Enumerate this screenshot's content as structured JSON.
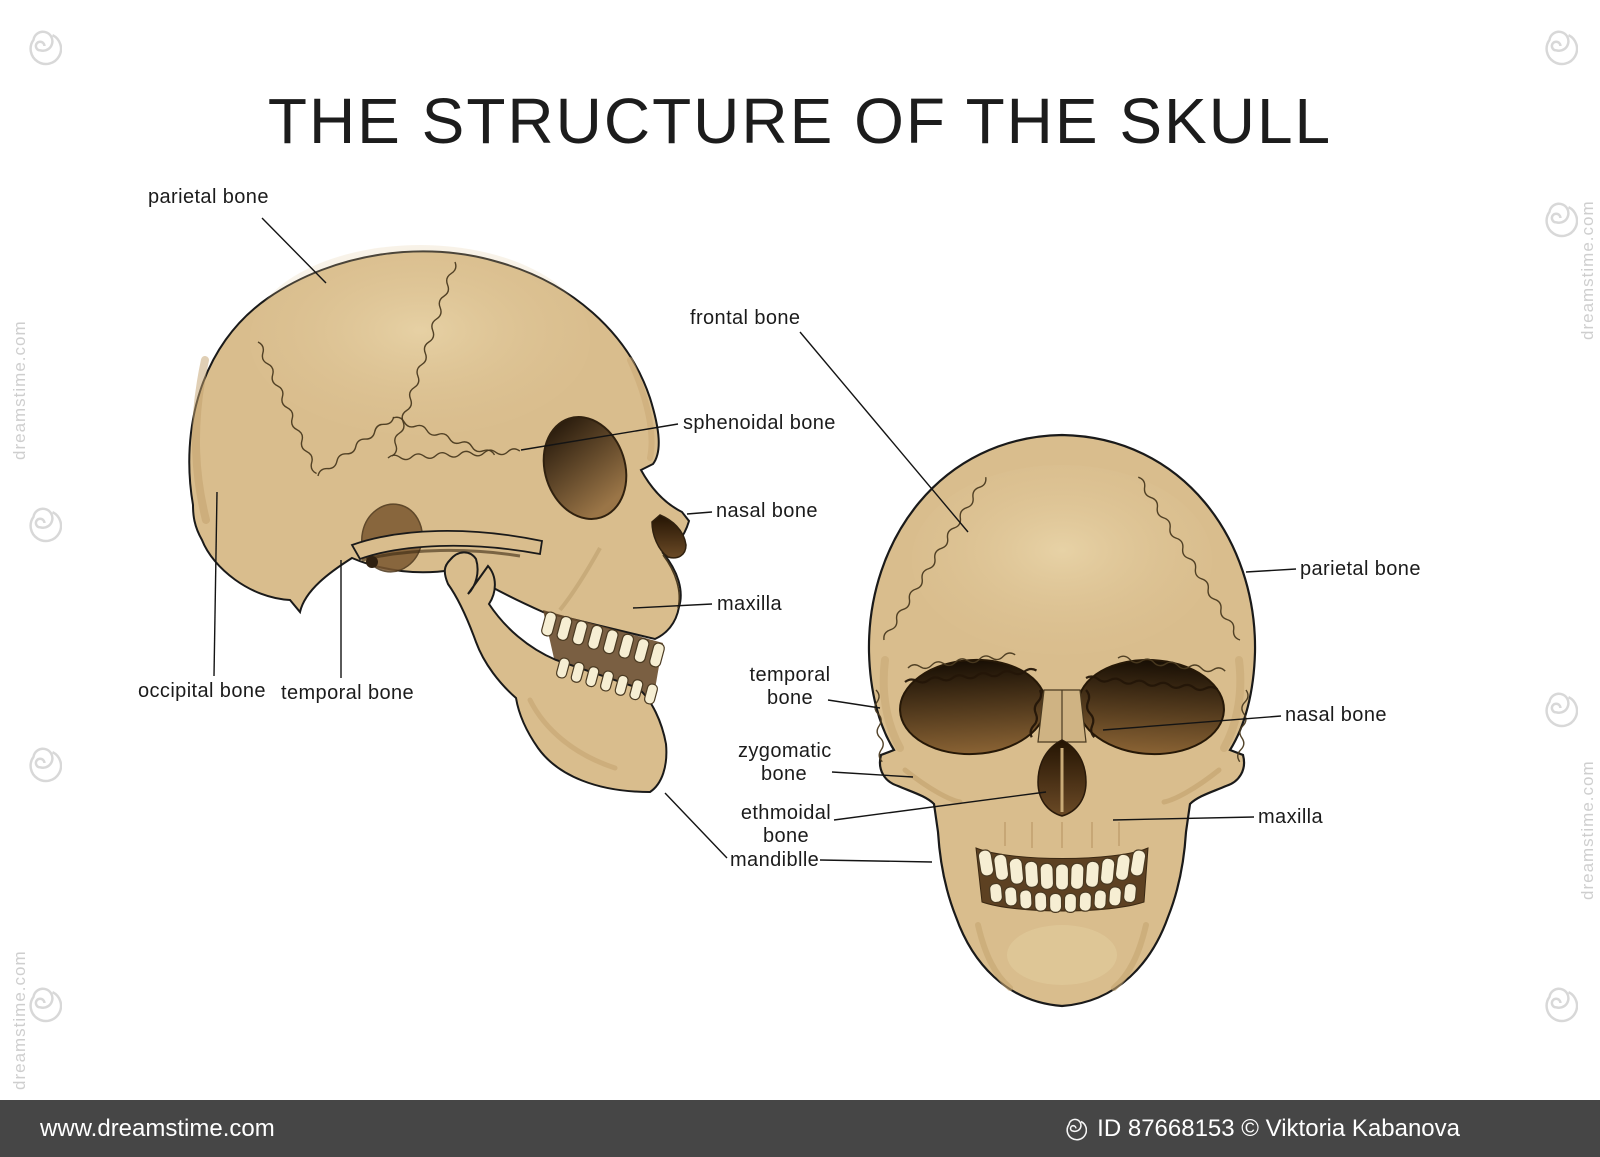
{
  "title": "THE STRUCTURE OF THE SKULL",
  "side_labels": {
    "parietal": "parietal bone",
    "frontal": "frontal bone",
    "sphenoidal": "sphenoidal bone",
    "nasal": "nasal bone",
    "maxilla": "maxilla",
    "occipital": "occipital bone",
    "temporal": "temporal bone",
    "mandible": "mandiblle"
  },
  "front_labels": {
    "parietal": "parietal bone",
    "temporal": "temporal bone",
    "zygomatic": "zygomatic bone",
    "ethmoidal": "ethmoidal bone",
    "nasal": "nasal bone",
    "maxilla": "maxilla"
  },
  "watermark": {
    "site": "www.dreamstime.com",
    "credit": "ID 87668153 © Viktoria Kabanova",
    "brand": "dreamstime.com"
  },
  "colors": {
    "bone": "#d9bd8d",
    "bone_light": "#ecd9ae",
    "bone_shade": "#c5a572",
    "outline": "#1a1a1a",
    "socket_dark": "#1c1106",
    "socket_mid": "#8a6334",
    "teeth": "#f6eed3",
    "bar": "#383838"
  }
}
